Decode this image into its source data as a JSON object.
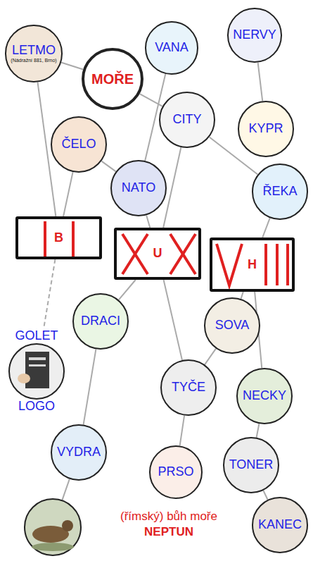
{
  "diagram": {
    "nodes": [
      {
        "text": [
          "LETMO",
          "(Nádražní 881, Brno)"
        ]
      },
      {
        "text": [
          "VANA"
        ]
      },
      {
        "text": [
          "NERVY"
        ]
      },
      {
        "text": [
          "MOŘE"
        ]
      },
      {
        "text": [
          "CITY"
        ]
      },
      {
        "text": [
          "KYPR"
        ]
      },
      {
        "text": [
          "ČELO"
        ]
      },
      {
        "text": [
          "NATO"
        ]
      },
      {
        "text": [
          "ŘEKA"
        ]
      },
      {
        "text": [
          "B"
        ]
      },
      {
        "text": [
          "U"
        ]
      },
      {
        "text": [
          "H"
        ]
      },
      {
        "text": [
          "DRACI"
        ]
      },
      {
        "text": [
          "SOVA"
        ]
      },
      {
        "text": [
          "GOLET",
          "LOGO"
        ]
      },
      {
        "text": [
          "TYČE"
        ]
      },
      {
        "text": [
          "NECKY"
        ]
      },
      {
        "text": [
          "VYDRA"
        ]
      },
      {
        "text": [
          "PRSO"
        ]
      },
      {
        "text": [
          "TONER"
        ]
      },
      {
        "text": [
          "KANEC"
        ]
      }
    ],
    "edges": [
      {
        "from": 0,
        "to": 9,
        "arrow": "none"
      },
      {
        "from": 6,
        "to": 9,
        "arrow": "none"
      },
      {
        "from": 9,
        "to": 14,
        "arrow": "none"
      },
      {
        "from": 0,
        "to": 3,
        "arrow": "none"
      },
      {
        "from": 3,
        "to": 4,
        "arrow": "none"
      },
      {
        "from": 1,
        "to": 7,
        "arrow": "none"
      },
      {
        "from": 2,
        "to": 5,
        "arrow": "none"
      },
      {
        "from": 4,
        "to": 8,
        "arrow": "none"
      },
      {
        "from": 4,
        "to": 10,
        "arrow": "none"
      },
      {
        "from": 7,
        "to": 10,
        "arrow": "none"
      },
      {
        "from": 6,
        "to": 7,
        "arrow": "none"
      },
      {
        "from": 8,
        "to": 11,
        "arrow": "none"
      },
      {
        "from": 10,
        "to": 12,
        "arrow": "none"
      },
      {
        "from": 10,
        "to": 15,
        "arrow": "none"
      },
      {
        "from": 11,
        "to": 13,
        "arrow": "none"
      },
      {
        "from": 11,
        "to": 16,
        "arrow": "none"
      },
      {
        "from": 13,
        "to": 15,
        "arrow": "none"
      },
      {
        "from": 12,
        "to": 17,
        "arrow": "none"
      },
      {
        "from": 15,
        "to": 18,
        "arrow": "none"
      },
      {
        "from": 16,
        "to": 19,
        "arrow": "none"
      },
      {
        "from": 19,
        "to": 20,
        "arrow": "none"
      }
    ],
    "labels": [
      "(římský) bůh moře",
      "NEPTUN"
    ]
  }
}
